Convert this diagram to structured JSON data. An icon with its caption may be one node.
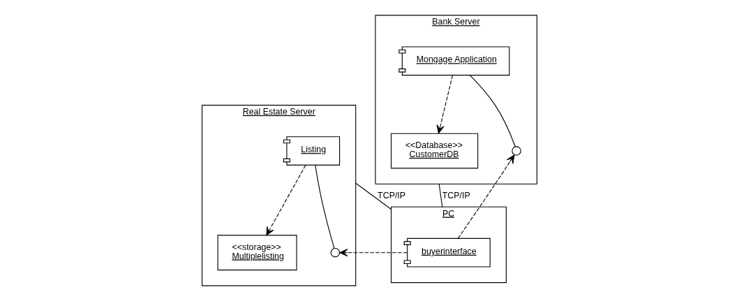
{
  "diagram": {
    "nodes": [
      {
        "text": [
          "Bank Server"
        ]
      },
      {
        "text": [
          "<<Database>>",
          "CustomerDB"
        ],
        "in": 0
      },
      {
        "text": [
          "Mongage Application"
        ],
        "in": 0
      },
      {
        "text": [],
        "shape": "circle",
        "in": 0
      },
      {
        "text": [
          "Real Estate Server"
        ]
      },
      {
        "text": [
          "Listing"
        ],
        "in": 4
      },
      {
        "text": [
          "<<storage>>",
          "Multiplelisting"
        ],
        "in": 4
      },
      {
        "text": [],
        "shape": "circle",
        "in": 4
      },
      {
        "text": [
          "PC"
        ]
      },
      {
        "text": [
          "buyerinterface"
        ],
        "in": 8
      }
    ],
    "edges": [
      {
        "from": 2,
        "to": 1,
        "arrow": "to",
        "style": "dashed"
      },
      {
        "from": 2,
        "to": 3,
        "arrow": "none"
      },
      {
        "from": 5,
        "to": 6,
        "arrow": "to",
        "style": "dashed"
      },
      {
        "from": 5,
        "to": 7,
        "arrow": "none"
      },
      {
        "from": 9,
        "to": 3,
        "arrow": "to",
        "style": "dashed"
      },
      {
        "from": 9,
        "to": 7,
        "arrow": "to",
        "style": "dashed"
      },
      {
        "from": 0,
        "to": 8,
        "arrow": "none",
        "label": "TCP/IP"
      },
      {
        "from": 4,
        "to": 8,
        "arrow": "none",
        "label": "TCP/IP"
      }
    ]
  }
}
